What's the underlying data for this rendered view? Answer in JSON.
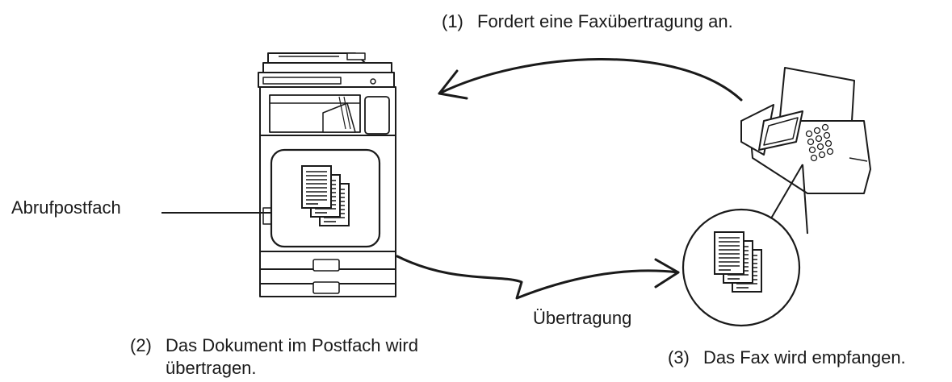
{
  "labels": {
    "polling_box": "Abrufpostfach",
    "transmission": "Übertragung"
  },
  "steps": [
    {
      "number": "(1)",
      "text": "Fordert eine Faxübertragung an."
    },
    {
      "number": "(2)",
      "text_line1": "Das Dokument im Postfach wird",
      "text_line2": "übertragen."
    },
    {
      "number": "(3)",
      "text": "Das Fax wird empfangen."
    }
  ],
  "icons": {
    "copier": "multifunction-printer-icon",
    "fax": "fax-machine-icon",
    "documents": "document-stack-icon"
  }
}
